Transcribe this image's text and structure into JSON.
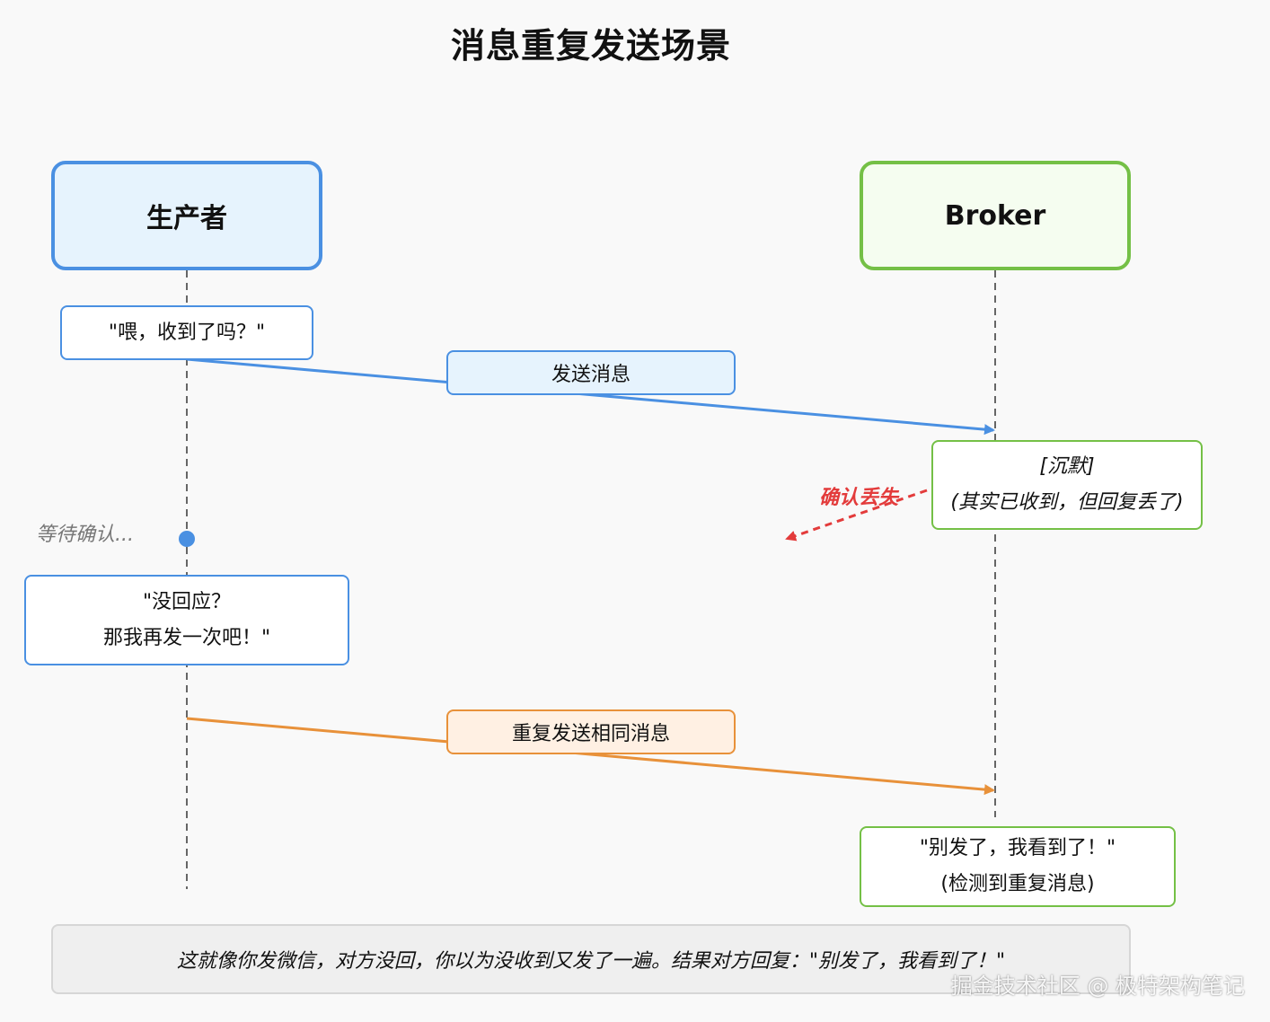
{
  "title": "消息重复发送场景",
  "actors": {
    "producer": "生产者",
    "broker": "Broker"
  },
  "notes": {
    "producer_ask": "\"喂，收到了吗？\"",
    "broker_silent_line1": "[沉默]",
    "broker_silent_line2": "(其实已收到，但回复丢了)",
    "producer_retry_line1": "\"没回应？",
    "producer_retry_line2": "那我再发一次吧！\"",
    "broker_reply_line1": "\"别发了，我看到了！\"",
    "broker_reply_line2": "(检测到重复消息)"
  },
  "messages": {
    "send": "发送消息",
    "resend": "重复发送相同消息",
    "ack_lost": "确认丢失"
  },
  "waiting": "等待确认...",
  "footer": "这就像你发微信，对方没回，你以为没收到又发了一遍。结果对方回复：\"别发了，我看到了！\"",
  "watermark": "掘金技术社区 @ 极特架构笔记",
  "colors": {
    "send": "#4a90e2",
    "resend": "#e8913a",
    "lost": "#e33b3b",
    "broker": "#74c046"
  }
}
